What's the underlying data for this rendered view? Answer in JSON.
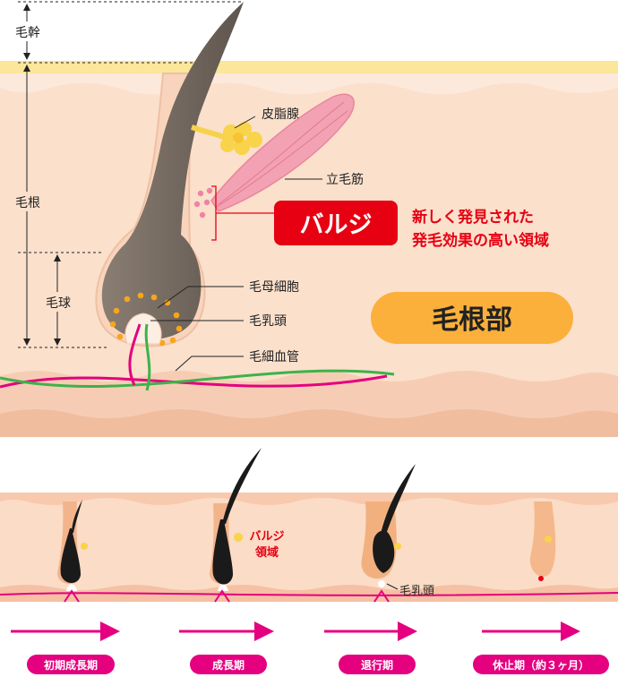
{
  "labels": {
    "hair_shaft": "毛幹",
    "hair_root": "毛根",
    "hair_bulb": "毛球",
    "sebaceous_gland": "皮脂腺",
    "arrector_pili": "立毛筋",
    "bulge": "バルジ",
    "bulge_desc_line1": "新しく発見された",
    "bulge_desc_line2": "発毛効果の高い領域",
    "matrix_cells": "毛母細胞",
    "dermal_papilla": "毛乳頭",
    "capillary": "毛細血管",
    "root_region": "毛根部"
  },
  "cycle": {
    "bulge_line1": "バルジ",
    "bulge_line2": "領域",
    "papilla": "毛乳頭",
    "stages": [
      "初期成長期",
      "成長期",
      "退行期",
      "休止期（約３ヶ月）"
    ]
  },
  "colors": {
    "skin": "#fbe0cc",
    "skin_edge": "#f5c9ad",
    "epidermis": "#fbe69a",
    "hair": "#7a6f66",
    "accent_red": "#e60012",
    "badge_orange": "#fbb03b",
    "arrow_pink": "#e4007f",
    "green_vessel": "#3db24a"
  }
}
